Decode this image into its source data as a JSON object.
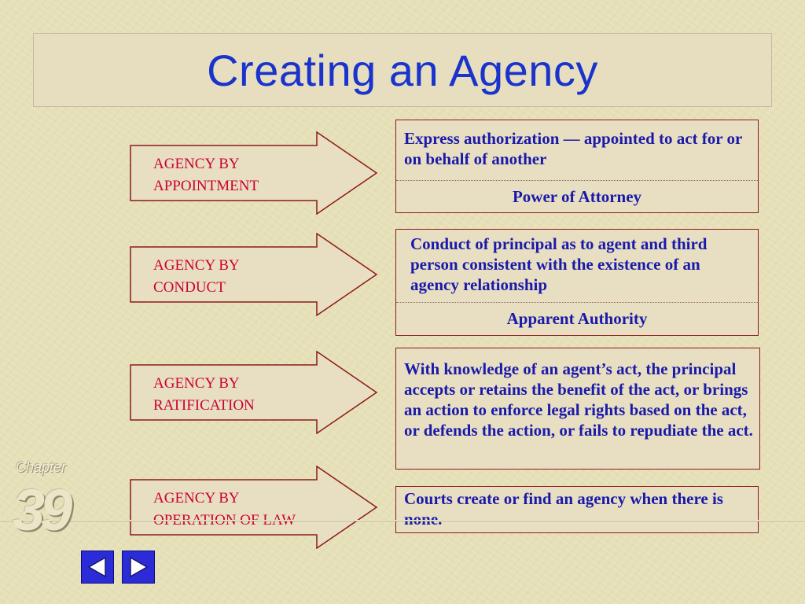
{
  "title": "Creating an Agency",
  "rows": [
    {
      "label_line1": "AGENCY BY",
      "label_line2": "APPOINTMENT",
      "description": "Express authorization — appointed to act for or on behalf of another",
      "sub": "Power of Attorney"
    },
    {
      "label_line1": "AGENCY BY",
      "label_line2": "CONDUCT",
      "description": "Conduct of principal as to agent and third person consistent with the existence of an agency relationship",
      "sub": "Apparent Authority"
    },
    {
      "label_line1": "AGENCY BY",
      "label_line2": "RATIFICATION",
      "description": "With knowledge of an agent’s act, the principal accepts or retains the benefit of the act, or brings an action to enforce legal rights based on the act, or defends the action, or fails to repudiate the act."
    },
    {
      "label_line1": "AGENCY BY",
      "label_line2": "OPERATION OF LAW",
      "description": "Courts create or find an agency when there is none."
    }
  ],
  "chapter": {
    "label": "Chapter",
    "number": "39"
  },
  "nav": {
    "prev_icon": "triangle-left-icon",
    "next_icon": "triangle-right-icon"
  },
  "colors": {
    "title": "#1a33cc",
    "label": "#cc0033",
    "body_text": "#1a1aaa",
    "box_border": "#8b1a1a",
    "nav_button": "#2b2bd8"
  }
}
